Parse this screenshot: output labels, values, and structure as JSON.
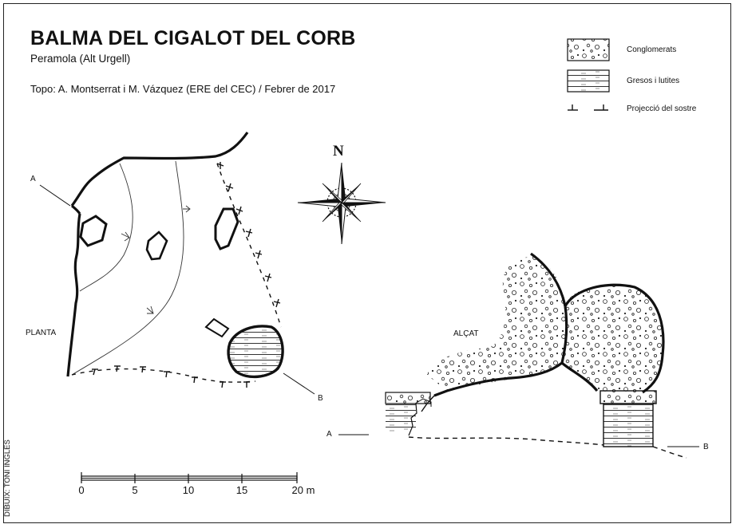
{
  "title": "BALMA DEL CIGALOT DEL CORB",
  "subtitle": "Peramola (Alt Urgell)",
  "credits": "Topo: A. Montserrat i M. Vázquez (ERE del CEC) / Febrer de 2017",
  "credit_vertical": "DIBUIX: TONI INGLÈS",
  "north_label": "N",
  "plan": {
    "label": "PLANTA",
    "section_a": "A",
    "section_b": "B"
  },
  "elevation": {
    "label": "ALÇAT",
    "section_a": "A",
    "section_b": "B"
  },
  "legend": [
    {
      "label": "Conglomerats",
      "pattern": "pebbles-icon"
    },
    {
      "label": "Gresos i lutites",
      "pattern": "strata-icon"
    },
    {
      "label": "Projecció del sostre",
      "pattern": "roof-projection-icon"
    }
  ],
  "scale_bar": {
    "ticks": [
      "0",
      "5",
      "10",
      "15",
      "20 m"
    ]
  },
  "colors": {
    "ink": "#111111",
    "background": "#ffffff"
  }
}
